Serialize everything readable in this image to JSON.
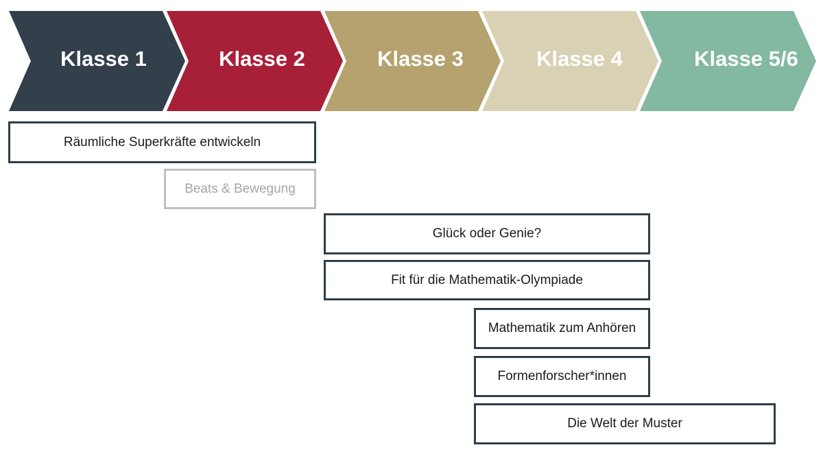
{
  "stages": [
    {
      "label": "Klasse 1",
      "color": "#333f4a"
    },
    {
      "label": "Klasse 2",
      "color": "#a81f38"
    },
    {
      "label": "Klasse 3",
      "color": "#b5a26e"
    },
    {
      "label": "Klasse 4",
      "color": "#d9d1b4"
    },
    {
      "label": "Klasse 5/6",
      "color": "#82b9a0"
    }
  ],
  "courses": [
    {
      "label": "Räumliche Superkräfte entwickeln",
      "muted": false
    },
    {
      "label": "Beats & Bewegung",
      "muted": true
    },
    {
      "label": "Glück oder Genie?",
      "muted": false
    },
    {
      "label": "Fit für die Mathematik-Olympiade",
      "muted": false
    },
    {
      "label": "Mathematik zum Anhören",
      "muted": false
    },
    {
      "label": "Formenforscher*innen",
      "muted": false
    },
    {
      "label": "Die Welt der Muster",
      "muted": false
    }
  ]
}
